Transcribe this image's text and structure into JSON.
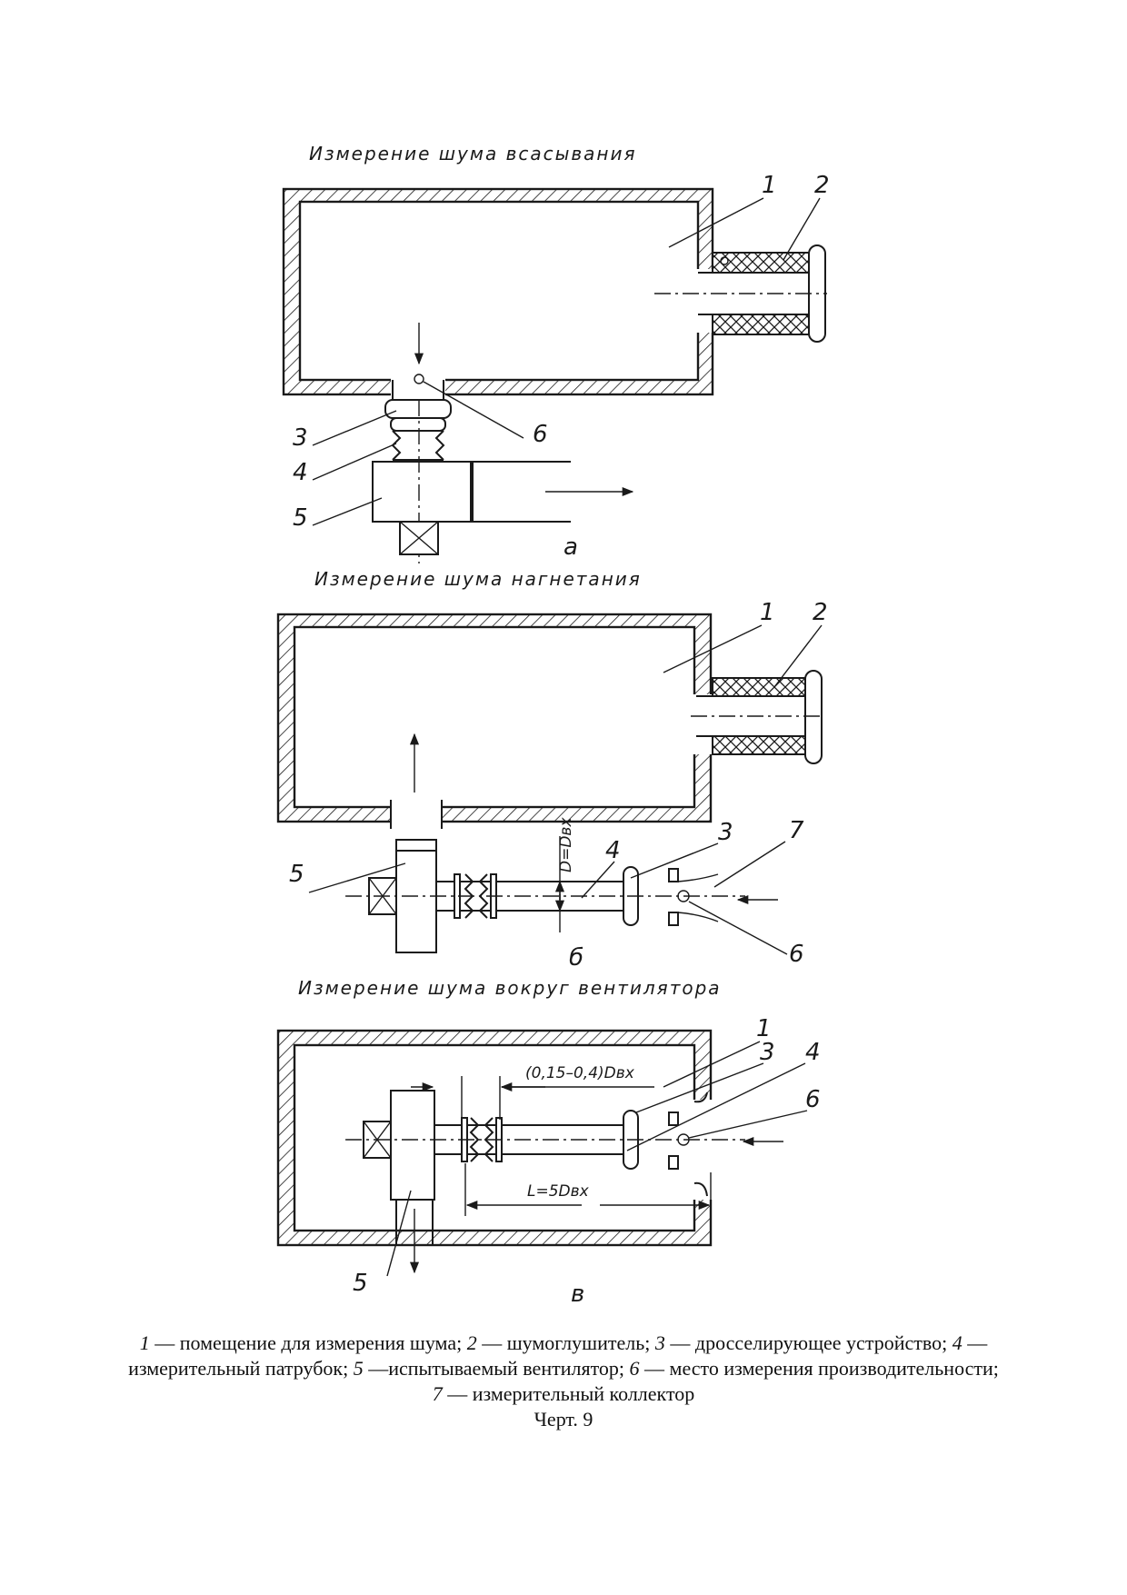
{
  "diagrams": [
    {
      "title": "Измерение шума всасывания",
      "letter": "а"
    },
    {
      "title": "Измерение шума нагнетания",
      "letter": "б"
    },
    {
      "title": "Измерение шума вокруг вентилятора",
      "letter": "в"
    }
  ],
  "labels": {
    "n1": "1",
    "n2": "2",
    "n3": "3",
    "n4": "4",
    "n5": "5",
    "n6": "6",
    "n7": "7"
  },
  "dimensions": {
    "d_eq": "D=Dвх",
    "gap": "(0,15–0,4)Dвх",
    "length": "L=5Dвх"
  },
  "caption": {
    "items": [
      {
        "num": "1",
        "text": " — помещение для измерения шума; "
      },
      {
        "num": "2",
        "text": " — шумоглушитель; "
      },
      {
        "num": "3",
        "text": " — дросселирующее устройство; "
      },
      {
        "num": "4",
        "text": " — измерительный патрубок; "
      },
      {
        "num": "5",
        "text": " —испытываемый вентилятор; "
      },
      {
        "num": "6",
        "text": " — место измерения производительности; "
      },
      {
        "num": "7",
        "text": " — измерительный коллектор"
      }
    ],
    "figure": "Черт. 9"
  }
}
